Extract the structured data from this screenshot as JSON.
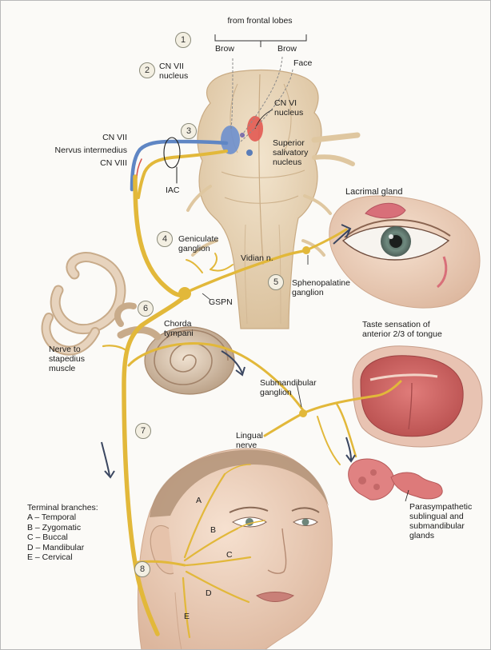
{
  "labels": {
    "from_frontal_lobes": "from frontal lobes",
    "brow_left": "Brow",
    "brow_right": "Brow",
    "face": "Face",
    "cn7_nucleus": [
      "CN VII",
      "nucleus"
    ],
    "cn6_nucleus": [
      "CN VI",
      "nucleus"
    ],
    "cn7": "CN VII",
    "nervus_intermedius": "Nervus intermedius",
    "cn8": "CN VIII",
    "superior_salivatory": [
      "Superior",
      "salivatory",
      "nucleus"
    ],
    "iac": "IAC",
    "lacrimal_gland": "Lacrimal gland",
    "geniculate_ganglion": [
      "Geniculate",
      "ganglion"
    ],
    "vidian_nerve": "Vidian n.",
    "sphenopalatine_ganglion": [
      "Sphenopalatine",
      "ganglion"
    ],
    "gspn": "GSPN",
    "chorda_tympani": [
      "Chorda",
      "tympani"
    ],
    "taste_sensation": [
      "Taste sensation of",
      "anterior 2/3 of tongue"
    ],
    "nerve_to_stapedius": [
      "Nerve to",
      "stapedius",
      "muscle"
    ],
    "submandibular_ganglion": [
      "Submandibular",
      "ganglion"
    ],
    "lingual_nerve": [
      "Lingual",
      "nerve"
    ],
    "parasympathetic_glands": [
      "Parasympathetic",
      "sublingual and",
      "submandibular",
      "glands"
    ],
    "branch_letters": [
      "A",
      "B",
      "C",
      "D",
      "E"
    ]
  },
  "terminal_branches": {
    "title": "Terminal branches:",
    "items": [
      "A – Temporal",
      "B – Zygomatic",
      "C – Buccal",
      "D – Mandibular",
      "E – Cervical"
    ]
  },
  "step_markers": [
    "1",
    "2",
    "3",
    "4",
    "5",
    "6",
    "7",
    "8"
  ],
  "colors": {
    "nerve": "#e2b83a",
    "motor_blue": "#5f86c4",
    "nucleus_red": "#d8504a",
    "brainstem": "#e7d3b6",
    "skin": "#edd0ba",
    "tongue": "#cf6a6a"
  }
}
